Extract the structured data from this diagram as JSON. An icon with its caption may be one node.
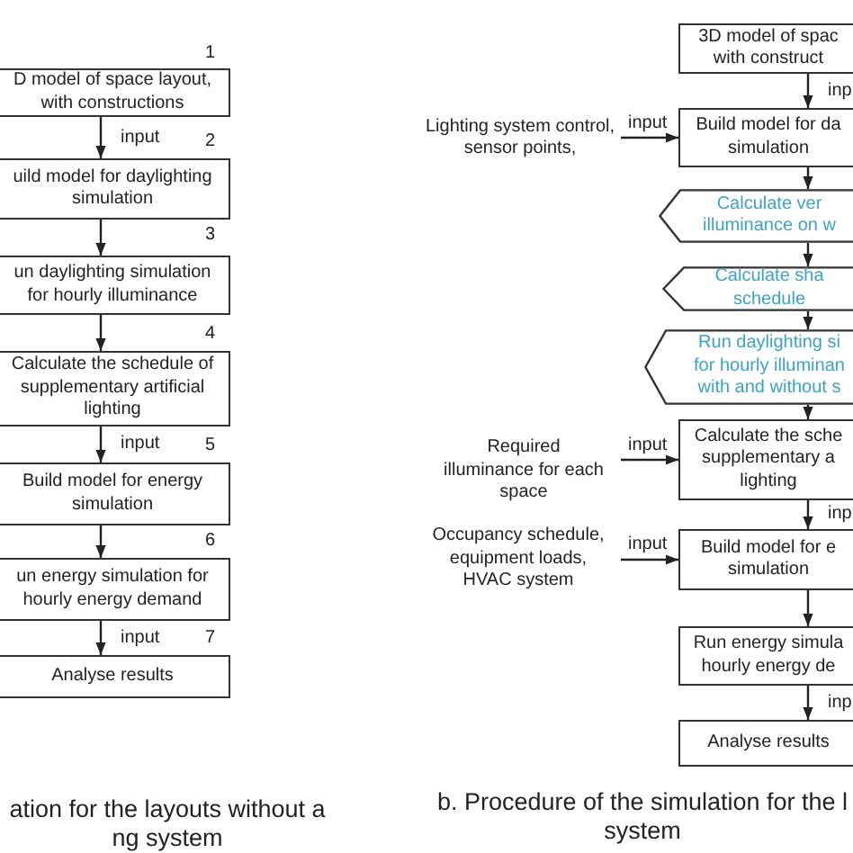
{
  "diagram": {
    "nodes": [
      {
        "text": [
          "D model of space layout, with constructions"
        ]
      },
      {
        "text": [
          "uild model for daylighting simulation"
        ]
      },
      {
        "text": [
          "un daylighting simulation for hourly illuminance"
        ]
      },
      {
        "text": [
          "Calculate the schedule of supplementary artificial lighting"
        ]
      },
      {
        "text": [
          "Build model for energy simulation"
        ]
      },
      {
        "text": [
          "un energy simulation for hourly energy demand"
        ]
      },
      {
        "text": [
          "Analyse results"
        ]
      },
      {
        "text": [
          "3D model of spac with construct"
        ]
      },
      {
        "text": [
          "Build model for da simulation"
        ]
      },
      {
        "text": [
          "Calculate ver illuminance on w"
        ]
      },
      {
        "text": [
          "Calculate sha schedule"
        ]
      },
      {
        "text": [
          "Run daylighting si for hourly illuminan with and without s"
        ]
      },
      {
        "text": [
          "Calculate the sche supplementary a lighting"
        ]
      },
      {
        "text": [
          "Build model for e simulation"
        ]
      },
      {
        "text": [
          "Run energy simula hourly energy de"
        ]
      },
      {
        "text": [
          "Analyse results"
        ]
      },
      {
        "text": [
          "Lighting system control, sensor points,"
        ]
      },
      {
        "text": [
          "Required illuminance for each space"
        ]
      },
      {
        "text": [
          "Occupancy schedule, equipment loads, HVAC system"
        ]
      }
    ],
    "edges": [
      {
        "from": 0,
        "to": 1,
        "arrow": "to",
        "label": "input"
      },
      {
        "from": 1,
        "to": 2,
        "arrow": "to"
      },
      {
        "from": 2,
        "to": 3,
        "arrow": "to"
      },
      {
        "from": 3,
        "to": 4,
        "arrow": "to",
        "label": "input"
      },
      {
        "from": 4,
        "to": 5,
        "arrow": "to"
      },
      {
        "from": 5,
        "to": 6,
        "arrow": "to",
        "label": "input"
      },
      {
        "from": 7,
        "to": 8,
        "arrow": "to",
        "label": "inp"
      },
      {
        "from": 8,
        "to": 9,
        "arrow": "to"
      },
      {
        "from": 9,
        "to": 10,
        "arrow": "to"
      },
      {
        "from": 10,
        "to": 11,
        "arrow": "to"
      },
      {
        "from": 11,
        "to": 12,
        "arrow": "to"
      },
      {
        "from": 12,
        "to": 13,
        "arrow": "to",
        "label": "inp"
      },
      {
        "from": 13,
        "to": 14,
        "arrow": "to"
      },
      {
        "from": 14,
        "to": 15,
        "arrow": "to",
        "label": "inp"
      },
      {
        "from": 16,
        "to": 8,
        "arrow": "to",
        "label": "input"
      },
      {
        "from": 17,
        "to": 12,
        "arrow": "to",
        "label": "input"
      },
      {
        "from": 18,
        "to": 13,
        "arrow": "to",
        "label": "input"
      }
    ],
    "labels": [
      "1",
      "2",
      "3",
      "4",
      "5",
      "6",
      "7",
      "ation for the layouts without a ng system",
      "b. Procedure of the simulation for the l system"
    ]
  }
}
